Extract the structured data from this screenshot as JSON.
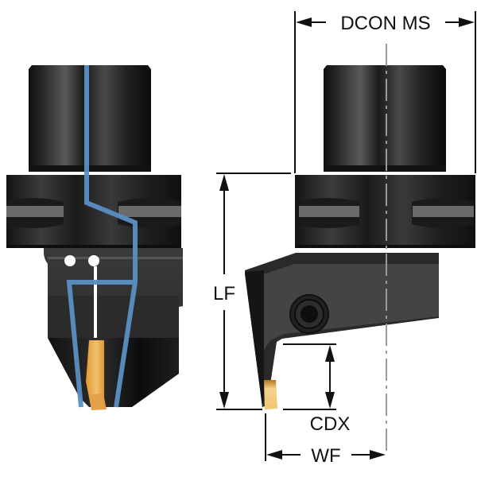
{
  "title": "Cutting tool holder technical drawing",
  "colors": {
    "background": "#ffffff",
    "body_dark": "#1a1a1a",
    "body_mid": "#2e2e2e",
    "body_light": "#4a4a4a",
    "slot_gray": "#6e6e6e",
    "coolant_blue": "#5b8fc4",
    "insert_gold": "#e8a955",
    "dimension_line": "#111111",
    "centerline": "#9a9a9a"
  },
  "views": {
    "left": {
      "name": "front view with coolant channels",
      "has_coolant_channels": true
    },
    "right": {
      "name": "side view with dimensions",
      "has_coolant_channels": false
    }
  },
  "dimensions": {
    "dcon_ms": "DCON MS",
    "lf": "LF",
    "cdx": "CDX",
    "wf": "WF"
  },
  "icons": {
    "arrow_left": "arrow-left-icon",
    "arrow_right": "arrow-right-icon",
    "arrow_up": "arrow-up-icon",
    "arrow_down": "arrow-down-icon",
    "coolant_port": "circle-icon"
  }
}
